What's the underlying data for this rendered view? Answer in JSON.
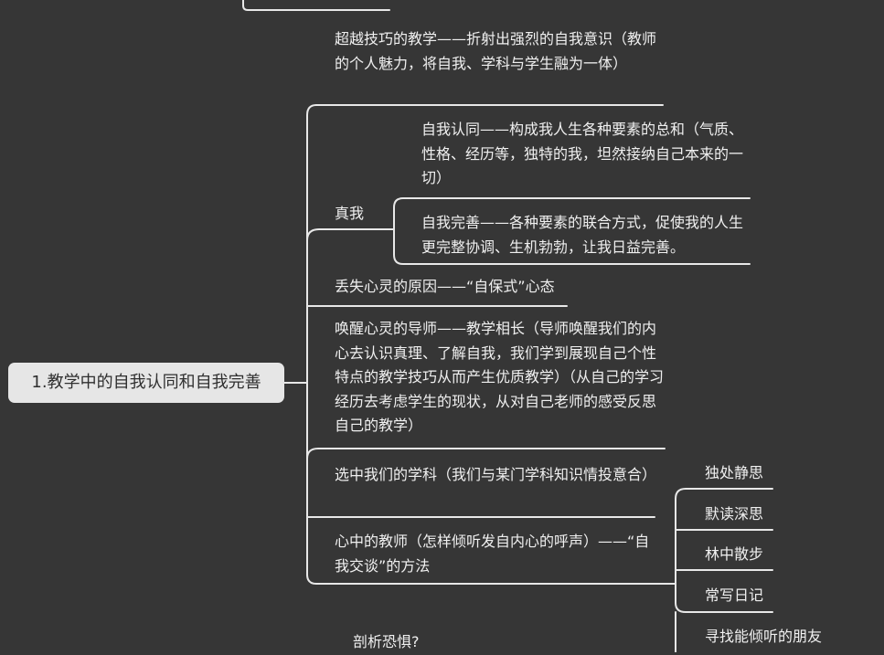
{
  "root": {
    "label": "1.教学中的自我认同和自我完善"
  },
  "branches": [
    {
      "key": "beyond",
      "text": "超越技巧的教学——折射出强烈的自我意识（教师的个人魅力，将自我、学科与学生融为一体）"
    },
    {
      "key": "true_self",
      "text": "真我",
      "children": [
        {
          "key": "identity",
          "text": "自我认同——构成我人生各种要素的总和（气质、性格、经历等，独特的我，坦然接纳自己本来的一切）"
        },
        {
          "key": "perfection",
          "text": "自我完善——各种要素的联合方式，促使我的人生更完整协调、生机勃勃，让我日益完善。"
        }
      ]
    },
    {
      "key": "lost",
      "text": "丢失心灵的原因——“自保式”心态"
    },
    {
      "key": "mentor",
      "text": "唤醒心灵的导师——教学相长（导师唤醒我们的内心去认识真理、了解自我，我们学到展现自己个性特点的教学技巧从而产生优质教学）（从自己的学习经历去考虑学生的现状，从对自己老师的感受反思自己的教学）"
    },
    {
      "key": "subject",
      "text": "选中我们的学科（我们与某门学科知识情投意合）"
    },
    {
      "key": "inner_teacher",
      "text": "心中的教师（怎样倾听发自内心的呼声）——“自我交谈”的方法",
      "children": [
        {
          "key": "solitude",
          "text": "独处静思"
        },
        {
          "key": "reading",
          "text": "默读深思"
        },
        {
          "key": "walk",
          "text": "林中散步"
        },
        {
          "key": "diary",
          "text": "常写日记"
        },
        {
          "key": "friend",
          "text": "寻找能倾听的朋友"
        }
      ]
    }
  ],
  "bottom_partial": {
    "text": "剖析恐惧?"
  },
  "colors": {
    "background": "#363636",
    "line": "#e8e8e8",
    "text": "#f0f0f0",
    "root_fill": "#e6e6e6",
    "root_text": "#2f2f2f"
  }
}
